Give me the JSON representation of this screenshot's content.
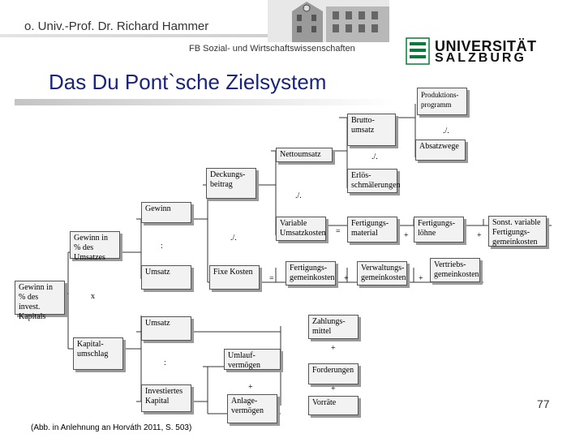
{
  "header": {
    "author": "o. Univ.-Prof. Dr. Richard Hammer",
    "department": "FB Sozial- und Wirtschaftswissenschaften",
    "logo_line1": "UNIVERSITÄT",
    "logo_line2": "SALZBURG"
  },
  "title": "Das Du Pont`sche Zielsystem",
  "boxes": {
    "produktionsprogramm": "Produktions-programm",
    "bruttoumsatz": "Brutto-umsatz",
    "absatzwege": "Absatzwege",
    "nettoumsatz": "Nettoumsatz",
    "deckungsbeitrag": "Deckungs-beitrag",
    "erloesschmaelerungen": "Erlös-schmälerungen",
    "gewinn": "Gewinn",
    "gewinn_umsatz": "Gewinn in % des Umsatzes",
    "variable_umsatzkosten": "Variable Umsatzkosten",
    "fertigungsmaterial": "Fertigungs-material",
    "fertigungsloehne": "Fertigungs-löhne",
    "sonst_variable": "Sonst. variable Fertigungs-gemeinkosten",
    "umsatz1": "Umsatz",
    "fixe_kosten": "Fixe Kosten",
    "fertigungsgemeinkosten": "Fertigungs-gemeinkosten",
    "verwaltungsgemeinkosten": "Verwaltungs-gemeinkosten",
    "vertriebsgemeinkosten": "Vertriebs-gemeinkosten",
    "gewinn_kapital": "Gewinn in % des invest. Kapitals",
    "umsatz2": "Umsatz",
    "zahlungsmittel": "Zahlungs-mittel",
    "kapitalumschlag": "Kapital-umschlag",
    "umlaufvermoegen": "Umlauf-vermögen",
    "forderungen": "Forderungen",
    "investiertes_kapital": "Investiertes Kapital",
    "anlagevermoegen": "Anlage-vermögen",
    "vorraete": "Vorräte"
  },
  "ops": {
    "minus1": "./.",
    "minus2": "./.",
    "minus3": "./.",
    "minus4": "./.",
    "div1": ":",
    "eq1": "=",
    "plus1": "+",
    "plus2": "+",
    "eq2": "=",
    "plus3": "+",
    "plus4": "+",
    "times": "x",
    "plus5": "+",
    "div2": ":",
    "plus6": "+",
    "plus7": "+"
  },
  "page_number": "77",
  "source": "(Abb. in Anlehnung an Horváth 2011, S. 503)"
}
